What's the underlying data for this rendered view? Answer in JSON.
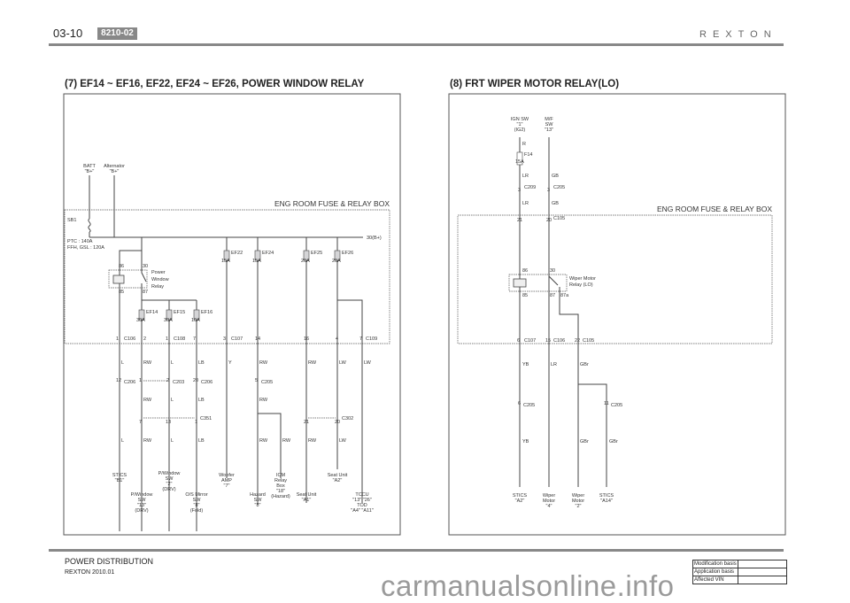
{
  "header": {
    "page": "03-10",
    "code": "8210-02",
    "brand": "REXTON"
  },
  "left": {
    "title": "(7) EF14 ~ EF16, EF22, EF24 ~ EF26, POWER WINDOW RELAY",
    "box_label": "ENG ROOM FUSE & RELAY BOX",
    "batt": [
      "BATT",
      "\"B+\""
    ],
    "alternator": [
      "Alternator",
      "\"B+\""
    ],
    "sb1": "SB1",
    "ptc": [
      "PTC : 140A",
      "FFH, GSL : 120A"
    ],
    "bus": "30(B+)",
    "relay": {
      "name": [
        "Power",
        "Window",
        "Relay"
      ],
      "pins": [
        "86",
        "30",
        "85",
        "87"
      ]
    },
    "fuses": [
      {
        "name": "EF14",
        "rating": "30A"
      },
      {
        "name": "EF15",
        "rating": "30A"
      },
      {
        "name": "EF16",
        "rating": "10A"
      },
      {
        "name": "EF22",
        "rating": "15A"
      },
      {
        "name": "EF24",
        "rating": "15A"
      },
      {
        "name": "EF25",
        "rating": "20A"
      },
      {
        "name": "EF26",
        "rating": "20A"
      }
    ],
    "box_conn": [
      {
        "pin": "1",
        "conn": "C106"
      },
      {
        "pin": "2",
        "conn": ""
      },
      {
        "pin": "1",
        "conn": "C108"
      },
      {
        "pin": "7",
        "conn": ""
      },
      {
        "pin": "3",
        "conn": "C107"
      },
      {
        "pin": "14",
        "conn": ""
      },
      {
        "pin": "16",
        "conn": ""
      },
      {
        "pin": "4",
        "conn": ""
      },
      {
        "pin": "7",
        "conn": "C109"
      }
    ],
    "wires1": [
      "L",
      "RW",
      "L",
      "LB",
      "Y",
      "RW",
      "RW",
      "LW",
      "LW"
    ],
    "conn2": [
      {
        "pin": "12",
        "conn": "C206"
      },
      {
        "pin": "1",
        "conn": ""
      },
      {
        "pin": "2",
        "conn": "C203"
      },
      {
        "pin": "20",
        "conn": "C206"
      },
      {
        "pin": "5",
        "conn": "C205"
      }
    ],
    "wires2": [
      "RW",
      "L",
      "LB",
      "RW"
    ],
    "conn3": [
      {
        "pin": "7",
        "conn": ""
      },
      {
        "pin": "13",
        "conn": ""
      },
      {
        "pin": "1",
        "conn": "C351"
      },
      {
        "pin": "21",
        "conn": ""
      },
      {
        "pin": "20",
        "conn": "C302"
      }
    ],
    "wires3": [
      "L",
      "RW",
      "L",
      "LB",
      "RW",
      "RW",
      "RW",
      "LW"
    ],
    "ends": [
      [
        "STICS",
        "\"B1\""
      ],
      [
        "P/Window",
        "SW",
        "\"13\"",
        "(DRV)"
      ],
      [
        "P/Window",
        "SW",
        "\"2\"",
        "(DRV)"
      ],
      [
        "O/S Mirror",
        "SW",
        "\"8\"",
        "(Fold)"
      ],
      [
        "Woofer",
        "AMP",
        "\"7\""
      ],
      [
        "Hazard",
        "SW",
        "\"8\""
      ],
      [
        "ICM",
        "Relay",
        "Box",
        "\"18\"",
        "(Hazard)"
      ],
      [
        "Seat Unit",
        "\"A1\""
      ],
      [
        "Seat Unit",
        "\"A2\""
      ],
      [
        "TCCU",
        "\"13\" \"26\"",
        "TOD",
        "\"A4\" \"A11\""
      ]
    ]
  },
  "right": {
    "title": "(8) FRT WIPER MOTOR RELAY(LO)",
    "box_label": "ENG ROOM FUSE & RELAY BOX",
    "ign": [
      "IGN SW",
      "\"1\"",
      "(IG2)"
    ],
    "mf": [
      "M/F",
      "SW",
      "\"13\""
    ],
    "wire_r": "R",
    "fuse": {
      "name": "F14",
      "rating": "15A"
    },
    "wires1": [
      "LR",
      "GB",
      "LR",
      "GB"
    ],
    "conn1": [
      {
        "pin": "3",
        "conn": "C209"
      },
      {
        "pin": "3",
        "conn": "C205"
      }
    ],
    "box_conn_top": [
      {
        "pin": "21",
        "conn": ""
      },
      {
        "pin": "20",
        "conn": "C105"
      }
    ],
    "relay": {
      "name": [
        "Wiper Motor",
        "Relay (LO)"
      ],
      "pins": [
        "86",
        "30",
        "85",
        "87",
        "87a"
      ]
    },
    "box_conn_bot": [
      {
        "pin": "6",
        "conn": "C107"
      },
      {
        "pin": "15",
        "conn": "C106"
      },
      {
        "pin": "22",
        "conn": "C105"
      }
    ],
    "wires2": [
      "YB",
      "LR",
      "GBr"
    ],
    "conn2": [
      {
        "pin": "6",
        "conn": "C205"
      },
      {
        "pin": "11",
        "conn": "C205"
      }
    ],
    "wires3": [
      "YB",
      "GBr",
      "GBr"
    ],
    "ends": [
      [
        "STICS",
        "\"A2\""
      ],
      [
        "Wiper",
        "Motor",
        "\"4\""
      ],
      [
        "Wiper",
        "Motor",
        "\"2\""
      ],
      [
        "STICS",
        "\"A14\""
      ]
    ]
  },
  "footer": {
    "title": "POWER DISTRIBUTION",
    "sub": "REXTON 2010.01",
    "basis": [
      "Modification basis",
      "Application basis",
      "Affected VIN"
    ],
    "watermark": "carmanualsonline.info"
  }
}
